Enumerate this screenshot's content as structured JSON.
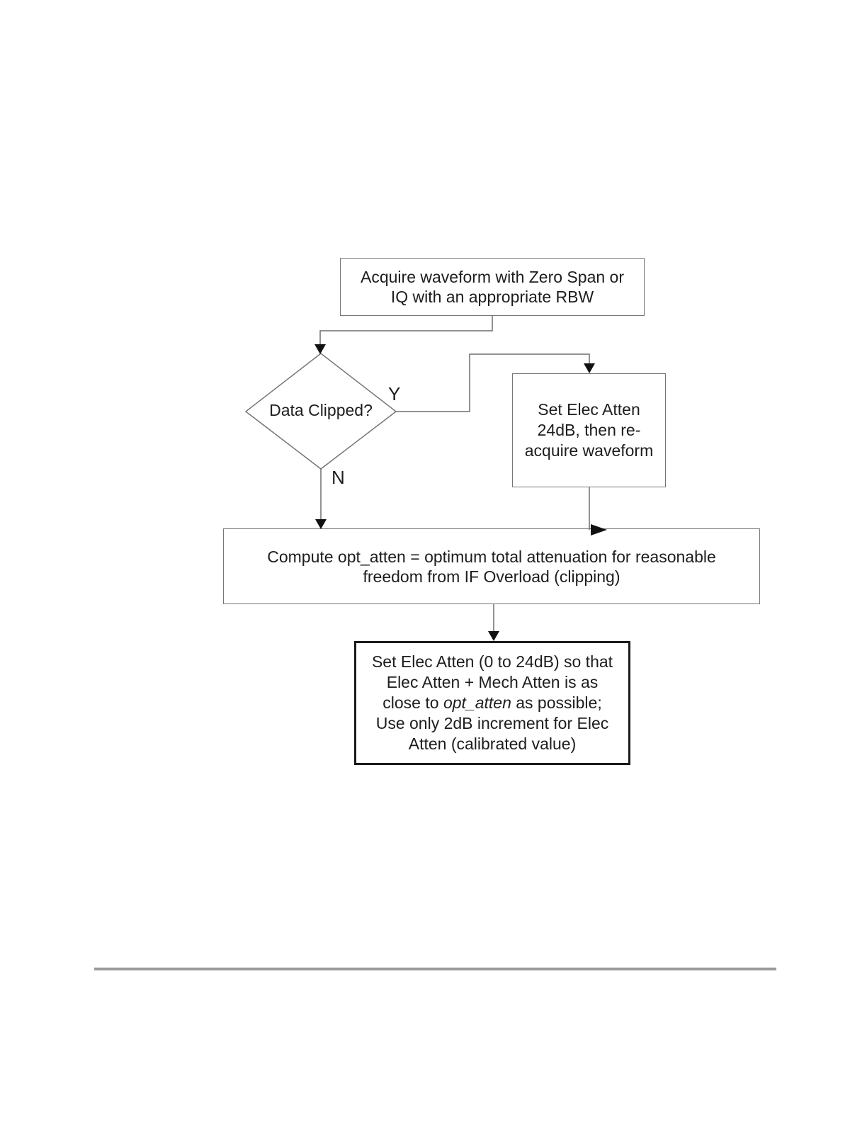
{
  "flowchart": {
    "acquire": {
      "lines": [
        "Acquire waveform with Zero Span or",
        "IQ with an appropriate RBW"
      ]
    },
    "decision": {
      "question": "Data Clipped?",
      "yes": "Y",
      "no": "N"
    },
    "set_elec": {
      "lines": [
        "Set Elec Atten",
        "24dB, then re-",
        "acquire waveform"
      ]
    },
    "compute": {
      "lines": [
        "Compute opt_atten = optimum total attenuation for reasonable",
        "freedom from IF Overload (clipping)"
      ]
    },
    "final": {
      "line1": "Set Elec Atten (0 to 24dB) so that",
      "line2": "Elec Atten + Mech Atten is as",
      "line3_prefix": "close to ",
      "line3_italic": "opt_atten",
      "line3_suffix": " as possible;",
      "line4": "Use only 2dB increment for Elec",
      "line5": "Atten (calibrated value)"
    },
    "colors": {
      "connector": "#6f6f6f",
      "node_border": "#757575",
      "final_border": "#1a1a1a",
      "arrowhead": "#111111",
      "footer_rule": "#9a9a9a"
    }
  }
}
